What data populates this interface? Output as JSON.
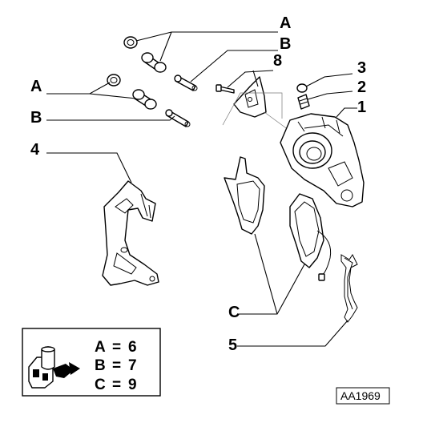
{
  "callouts": {
    "a_top": "A",
    "b_top": "B",
    "c8": "8",
    "c3": "3",
    "c2": "2",
    "c1": "1",
    "a_left": "A",
    "b_left": "B",
    "c4": "4",
    "c_pads": "C",
    "c5": "5"
  },
  "legend": {
    "rows": [
      {
        "key": "A",
        "sep": "=",
        "value": "6"
      },
      {
        "key": "B",
        "sep": "=",
        "value": "7"
      },
      {
        "key": "C",
        "sep": "=",
        "value": "9"
      }
    ]
  },
  "reference_code": "AA1969",
  "icons": {
    "parts_kit": "parts-kit-icon"
  },
  "colors": {
    "line": "#000000",
    "background": "#ffffff"
  }
}
